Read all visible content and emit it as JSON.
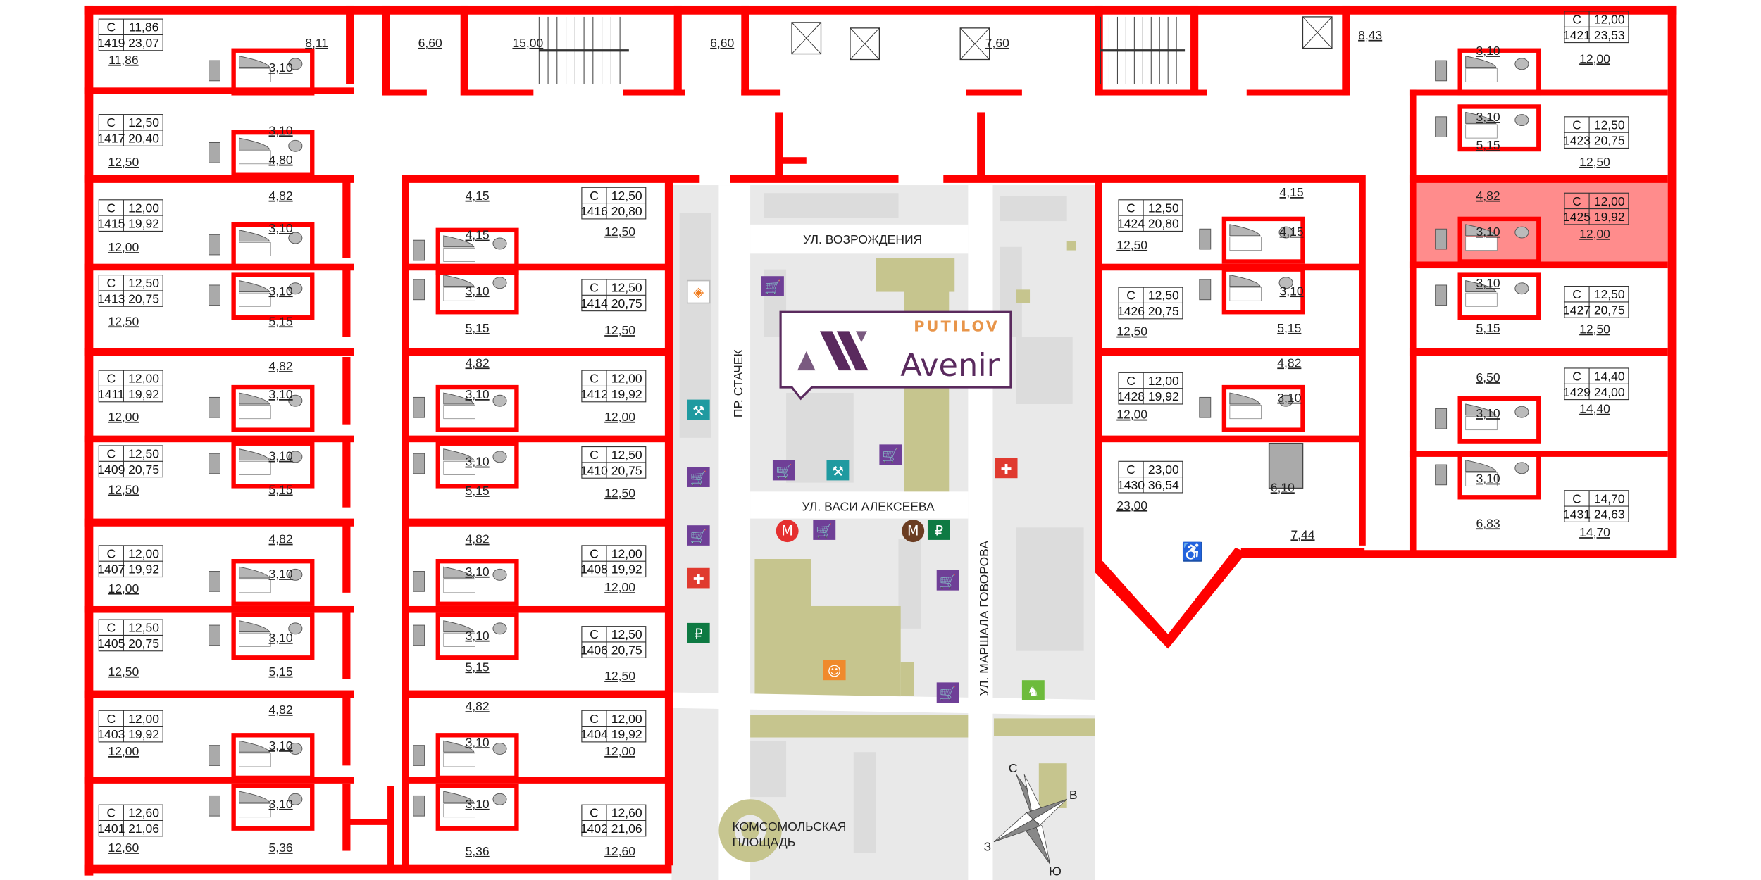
{
  "plan": {
    "wall_color": "#ff0000",
    "highlight_color": "#ff6b6b",
    "selected_unit": "1425",
    "units": [
      {
        "num": "1419",
        "type": "С",
        "living": "11,86",
        "total": "23,07",
        "rooms": [
          "11,86",
          "3,10",
          "8,11"
        ]
      },
      {
        "num": "1417",
        "type": "С",
        "living": "12,50",
        "total": "20,40",
        "rooms": [
          "12,50",
          "3,10",
          "4,80"
        ]
      },
      {
        "num": "1415",
        "type": "С",
        "living": "12,00",
        "total": "19,92",
        "rooms": [
          "4,82",
          "3,10",
          "12,00"
        ]
      },
      {
        "num": "1413",
        "type": "С",
        "living": "12,50",
        "total": "20,75",
        "rooms": [
          "3,10",
          "12,50",
          "5,15"
        ]
      },
      {
        "num": "1411",
        "type": "С",
        "living": "12,00",
        "total": "19,92",
        "rooms": [
          "4,82",
          "3,10",
          "12,00"
        ]
      },
      {
        "num": "1409",
        "type": "С",
        "living": "12,50",
        "total": "20,75",
        "rooms": [
          "3,10",
          "12,50",
          "5,15"
        ]
      },
      {
        "num": "1407",
        "type": "С",
        "living": "12,00",
        "total": "19,92",
        "rooms": [
          "4,82",
          "3,10",
          "12,00"
        ]
      },
      {
        "num": "1405",
        "type": "С",
        "living": "12,50",
        "total": "20,75",
        "rooms": [
          "3,10",
          "12,50",
          "5,15"
        ]
      },
      {
        "num": "1403",
        "type": "С",
        "living": "12,00",
        "total": "19,92",
        "rooms": [
          "4,82",
          "3,10",
          "12,00"
        ]
      },
      {
        "num": "1401",
        "type": "С",
        "living": "12,60",
        "total": "21,06",
        "rooms": [
          "3,10",
          "12,60",
          "5,36"
        ]
      },
      {
        "num": "1416",
        "type": "С",
        "living": "12,50",
        "total": "20,80",
        "rooms": [
          "4,15",
          "4,15",
          "12,50"
        ]
      },
      {
        "num": "1414",
        "type": "С",
        "living": "12,50",
        "total": "20,75",
        "rooms": [
          "3,10",
          "5,15",
          "12,50"
        ]
      },
      {
        "num": "1412",
        "type": "С",
        "living": "12,00",
        "total": "19,92",
        "rooms": [
          "4,82",
          "3,10",
          "12,00"
        ]
      },
      {
        "num": "1410",
        "type": "С",
        "living": "12,50",
        "total": "20,75",
        "rooms": [
          "3,10",
          "5,15",
          "12,50"
        ]
      },
      {
        "num": "1408",
        "type": "С",
        "living": "12,00",
        "total": "19,92",
        "rooms": [
          "4,82",
          "3,10",
          "12,00"
        ]
      },
      {
        "num": "1406",
        "type": "С",
        "living": "12,50",
        "total": "20,75",
        "rooms": [
          "3,10",
          "5,15",
          "12,50"
        ]
      },
      {
        "num": "1404",
        "type": "С",
        "living": "12,00",
        "total": "19,92",
        "rooms": [
          "4,82",
          "3,10",
          "12,00"
        ]
      },
      {
        "num": "1402",
        "type": "С",
        "living": "12,60",
        "total": "21,06",
        "rooms": [
          "3,10",
          "5,36",
          "12,60"
        ]
      },
      {
        "num": "1424",
        "type": "С",
        "living": "12,50",
        "total": "20,80",
        "rooms": [
          "4,15",
          "4,15",
          "12,50"
        ]
      },
      {
        "num": "1426",
        "type": "С",
        "living": "12,50",
        "total": "20,75",
        "rooms": [
          "3,10",
          "12,50",
          "5,15"
        ]
      },
      {
        "num": "1428",
        "type": "С",
        "living": "12,00",
        "total": "19,92",
        "rooms": [
          "4,82",
          "3,10",
          "12,00"
        ]
      },
      {
        "num": "1430",
        "type": "С",
        "living": "23,00",
        "total": "36,54",
        "rooms": [
          "6,10",
          "23,00",
          "7,44"
        ]
      },
      {
        "num": "1421",
        "type": "С",
        "living": "12,00",
        "total": "23,53",
        "rooms": [
          "3,10",
          "12,00",
          "8,43"
        ]
      },
      {
        "num": "1423",
        "type": "С",
        "living": "12,50",
        "total": "20,75",
        "rooms": [
          "3,10",
          "5,15",
          "12,50"
        ]
      },
      {
        "num": "1425",
        "type": "С",
        "living": "12,00",
        "total": "19,92",
        "rooms": [
          "4,82",
          "3,10",
          "12,00"
        ]
      },
      {
        "num": "1427",
        "type": "С",
        "living": "12,50",
        "total": "20,75",
        "rooms": [
          "3,10",
          "5,15",
          "12,50"
        ]
      },
      {
        "num": "1429",
        "type": "С",
        "living": "14,40",
        "total": "24,00",
        "rooms": [
          "6,50",
          "3,10",
          "14,40"
        ]
      },
      {
        "num": "1431",
        "type": "С",
        "living": "14,70",
        "total": "24,63",
        "rooms": [
          "3,10",
          "6,83",
          "14,70"
        ]
      }
    ],
    "common_areas": [
      "6,60",
      "15,00",
      "6,60",
      "7,60"
    ]
  },
  "map": {
    "streets": {
      "vozrozhdeniya": "УЛ. ВОЗРОЖДЕНИЯ",
      "stachek": "ПР. СТАЧЕК",
      "vasi_alekseeva": "УЛ. ВАСИ АЛЕКСЕЕВА",
      "govorova": "УЛ. МАРШАЛА ГОВОРОВА",
      "square_line1": "КОМСОМОЛЬСКАЯ",
      "square_line2": "ПЛОЩАДЬ"
    },
    "logo": {
      "brand_top": "PUTILOV",
      "brand_main": "Avenir",
      "purple": "#5a2a5e",
      "orange": "#e8954a"
    },
    "compass": {
      "n": "С",
      "e": "В",
      "w": "З",
      "s": "Ю"
    },
    "icon_colors": {
      "shop": "#6f3f97",
      "pharmacy": "#e03a2f",
      "bank": "#0e7a43",
      "gym": "#1f9aa0",
      "theatre": "#f08a2c",
      "playground": "#6dbb3c",
      "metro_red": "#e53030",
      "metro_brown": "#6b3d22"
    },
    "icons": [
      "diamond-icon",
      "shopping-cart-icon",
      "shopping-cart-icon",
      "shopping-cart-icon",
      "shopping-cart-icon",
      "shopping-cart-icon",
      "shopping-cart-icon",
      "shopping-cart-icon",
      "shopping-cart-icon",
      "pharmacy-cross-icon",
      "pharmacy-cross-icon",
      "bank-ruble-icon",
      "bank-ruble-icon",
      "metro-icon",
      "metro-icon",
      "gym-dumbbell-icon",
      "gym-dumbbell-icon",
      "theatre-masks-icon",
      "playground-horse-icon"
    ]
  }
}
